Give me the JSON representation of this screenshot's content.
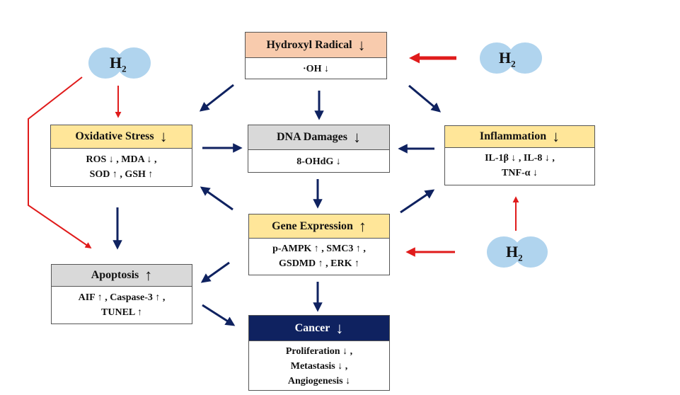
{
  "h2_molecules": [
    {
      "label": "H",
      "sub": "2"
    },
    {
      "label": "H",
      "sub": "2"
    },
    {
      "label": "H",
      "sub": "2"
    }
  ],
  "boxes": {
    "hydroxyl": {
      "title": "Hydroxyl Radical",
      "symbol": "↓",
      "lines": [
        "·OH ↓"
      ]
    },
    "oxidative": {
      "title": "Oxidative Stress",
      "symbol": "↓",
      "lines": [
        "ROS ↓ , MDA ↓ ,",
        "SOD ↑ , GSH ↑"
      ]
    },
    "dna": {
      "title": "DNA Damages",
      "symbol": "↓",
      "lines": [
        "8-OHdG ↓"
      ]
    },
    "inflammation": {
      "title": "Inflammation",
      "symbol": "↓",
      "lines": [
        "IL-1β ↓ , IL-8 ↓ ,",
        "TNF-α ↓"
      ]
    },
    "gene": {
      "title": "Gene Expression",
      "symbol": "↑",
      "lines": [
        "p-AMPK ↑ , SMC3 ↑ ,",
        "GSDMD ↑ , ERK ↑"
      ]
    },
    "apoptosis": {
      "title": "Apoptosis",
      "symbol": "↑",
      "lines": [
        "AIF ↑ , Caspase-3 ↑ ,",
        "TUNEL ↑"
      ]
    },
    "cancer": {
      "title": "Cancer",
      "symbol": "↓",
      "lines": [
        "Proliferation ↓ ,",
        "Metastasis ↓ ,",
        "Angiogenesis ↓"
      ]
    }
  },
  "colors": {
    "peach": "#f8cbad",
    "yellow": "#ffe699",
    "gray": "#d9d9d9",
    "navy": "#0f2260",
    "arrow_dark": "#0f2260",
    "arrow_red": "#e01b1b",
    "h2_atom": "#b0d4ee"
  }
}
